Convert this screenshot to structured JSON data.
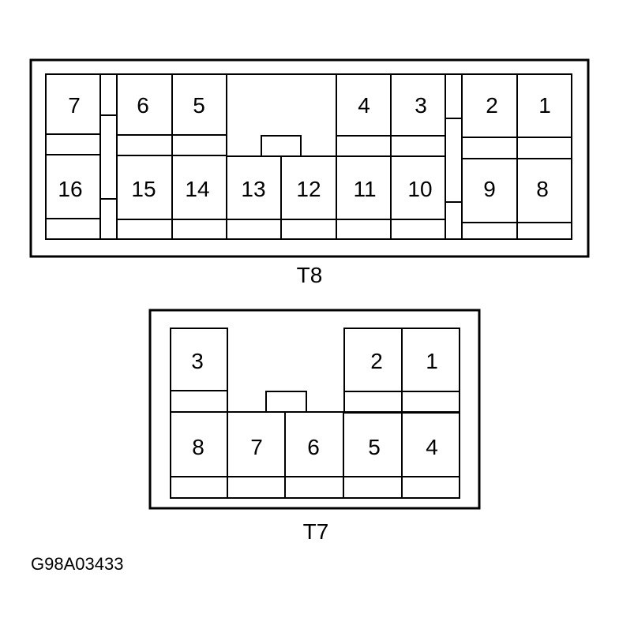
{
  "connectors": {
    "t8": {
      "label": "T8",
      "pins": {
        "p1": "1",
        "p2": "2",
        "p3": "3",
        "p4": "4",
        "p5": "5",
        "p6": "6",
        "p7": "7",
        "p8": "8",
        "p9": "9",
        "p10": "10",
        "p11": "11",
        "p12": "12",
        "p13": "13",
        "p14": "14",
        "p15": "15",
        "p16": "16"
      }
    },
    "t7": {
      "label": "T7",
      "pins": {
        "p1": "1",
        "p2": "2",
        "p3": "3",
        "p4": "4",
        "p5": "5",
        "p6": "6",
        "p7": "7",
        "p8": "8"
      }
    }
  },
  "figure_id": "G98A03433"
}
